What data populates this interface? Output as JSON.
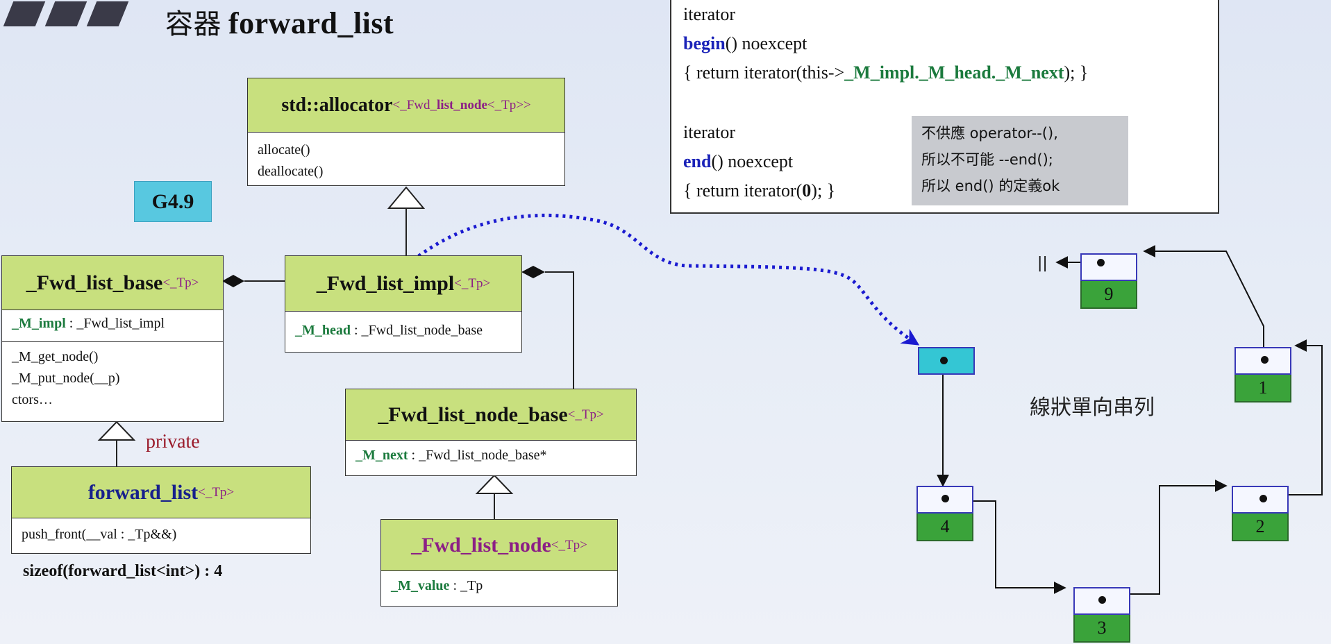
{
  "title": {
    "cn": "容器",
    "en": "forward_list"
  },
  "version_tag": "G4.9",
  "allocator": {
    "name": "std::allocator",
    "tparam_open": "<_Fwd_",
    "tparam_mid": "list_node",
    "tparam_close": "<_Tp>>",
    "ops": [
      "allocate()",
      "deallocate()"
    ]
  },
  "fwd_list_impl": {
    "name": "_Fwd_list_impl",
    "tparam": "<_Tp>",
    "member": "_M_head",
    "member_type": " : _Fwd_list_node_base"
  },
  "fwd_list_base": {
    "name": "_Fwd_list_base",
    "tparam": "<_Tp>",
    "member": "_M_impl",
    "member_type": " : _Fwd_list_impl",
    "ops": [
      "_M_get_node()",
      "_M_put_node(__p)",
      "ctors…"
    ]
  },
  "inheritance_label": "private",
  "forward_list": {
    "name": "forward_list",
    "tparam": "<_Tp>",
    "ops": [
      "push_front(__val : _Tp&&)"
    ]
  },
  "sizeof_note": "sizeof(forward_list<int>) : 4",
  "node_base": {
    "name": "_Fwd_list_node_base",
    "tparam": "<_Tp>",
    "member": "_M_next",
    "member_type": " : _Fwd_list_node_base*"
  },
  "node": {
    "name": "_Fwd_list_node",
    "tparam": "<_Tp>",
    "member": "_M_value",
    "member_type": " : _Tp"
  },
  "code": {
    "l1": "iterator",
    "l2_kw": "begin",
    "l2_rest": "() noexcept",
    "l3_pre": "{ return iterator(this->",
    "l3_hl": "_M_impl._M_head._M_next",
    "l3_post": "); }",
    "l4": "iterator",
    "l5_kw": "end",
    "l5_rest": "() noexcept",
    "l6_pre": "{ return iterator(",
    "l6_hl": "0",
    "l6_post": "); }"
  },
  "note": [
    "不供應 operator--(),",
    "所以不可能 --end();",
    "所以 end() 的定義ok"
  ],
  "list_label": "線狀單向串列",
  "null_mark": "||",
  "nodes": [
    "4",
    "3",
    "2",
    "1",
    "9"
  ],
  "colors": {
    "header_fill": "#c8e07e",
    "node_value_fill": "#3aa33a",
    "head_fill": "#34c6d4",
    "dotted_arrow": "#1a1ad0",
    "tag_fill": "#58c8e0"
  }
}
